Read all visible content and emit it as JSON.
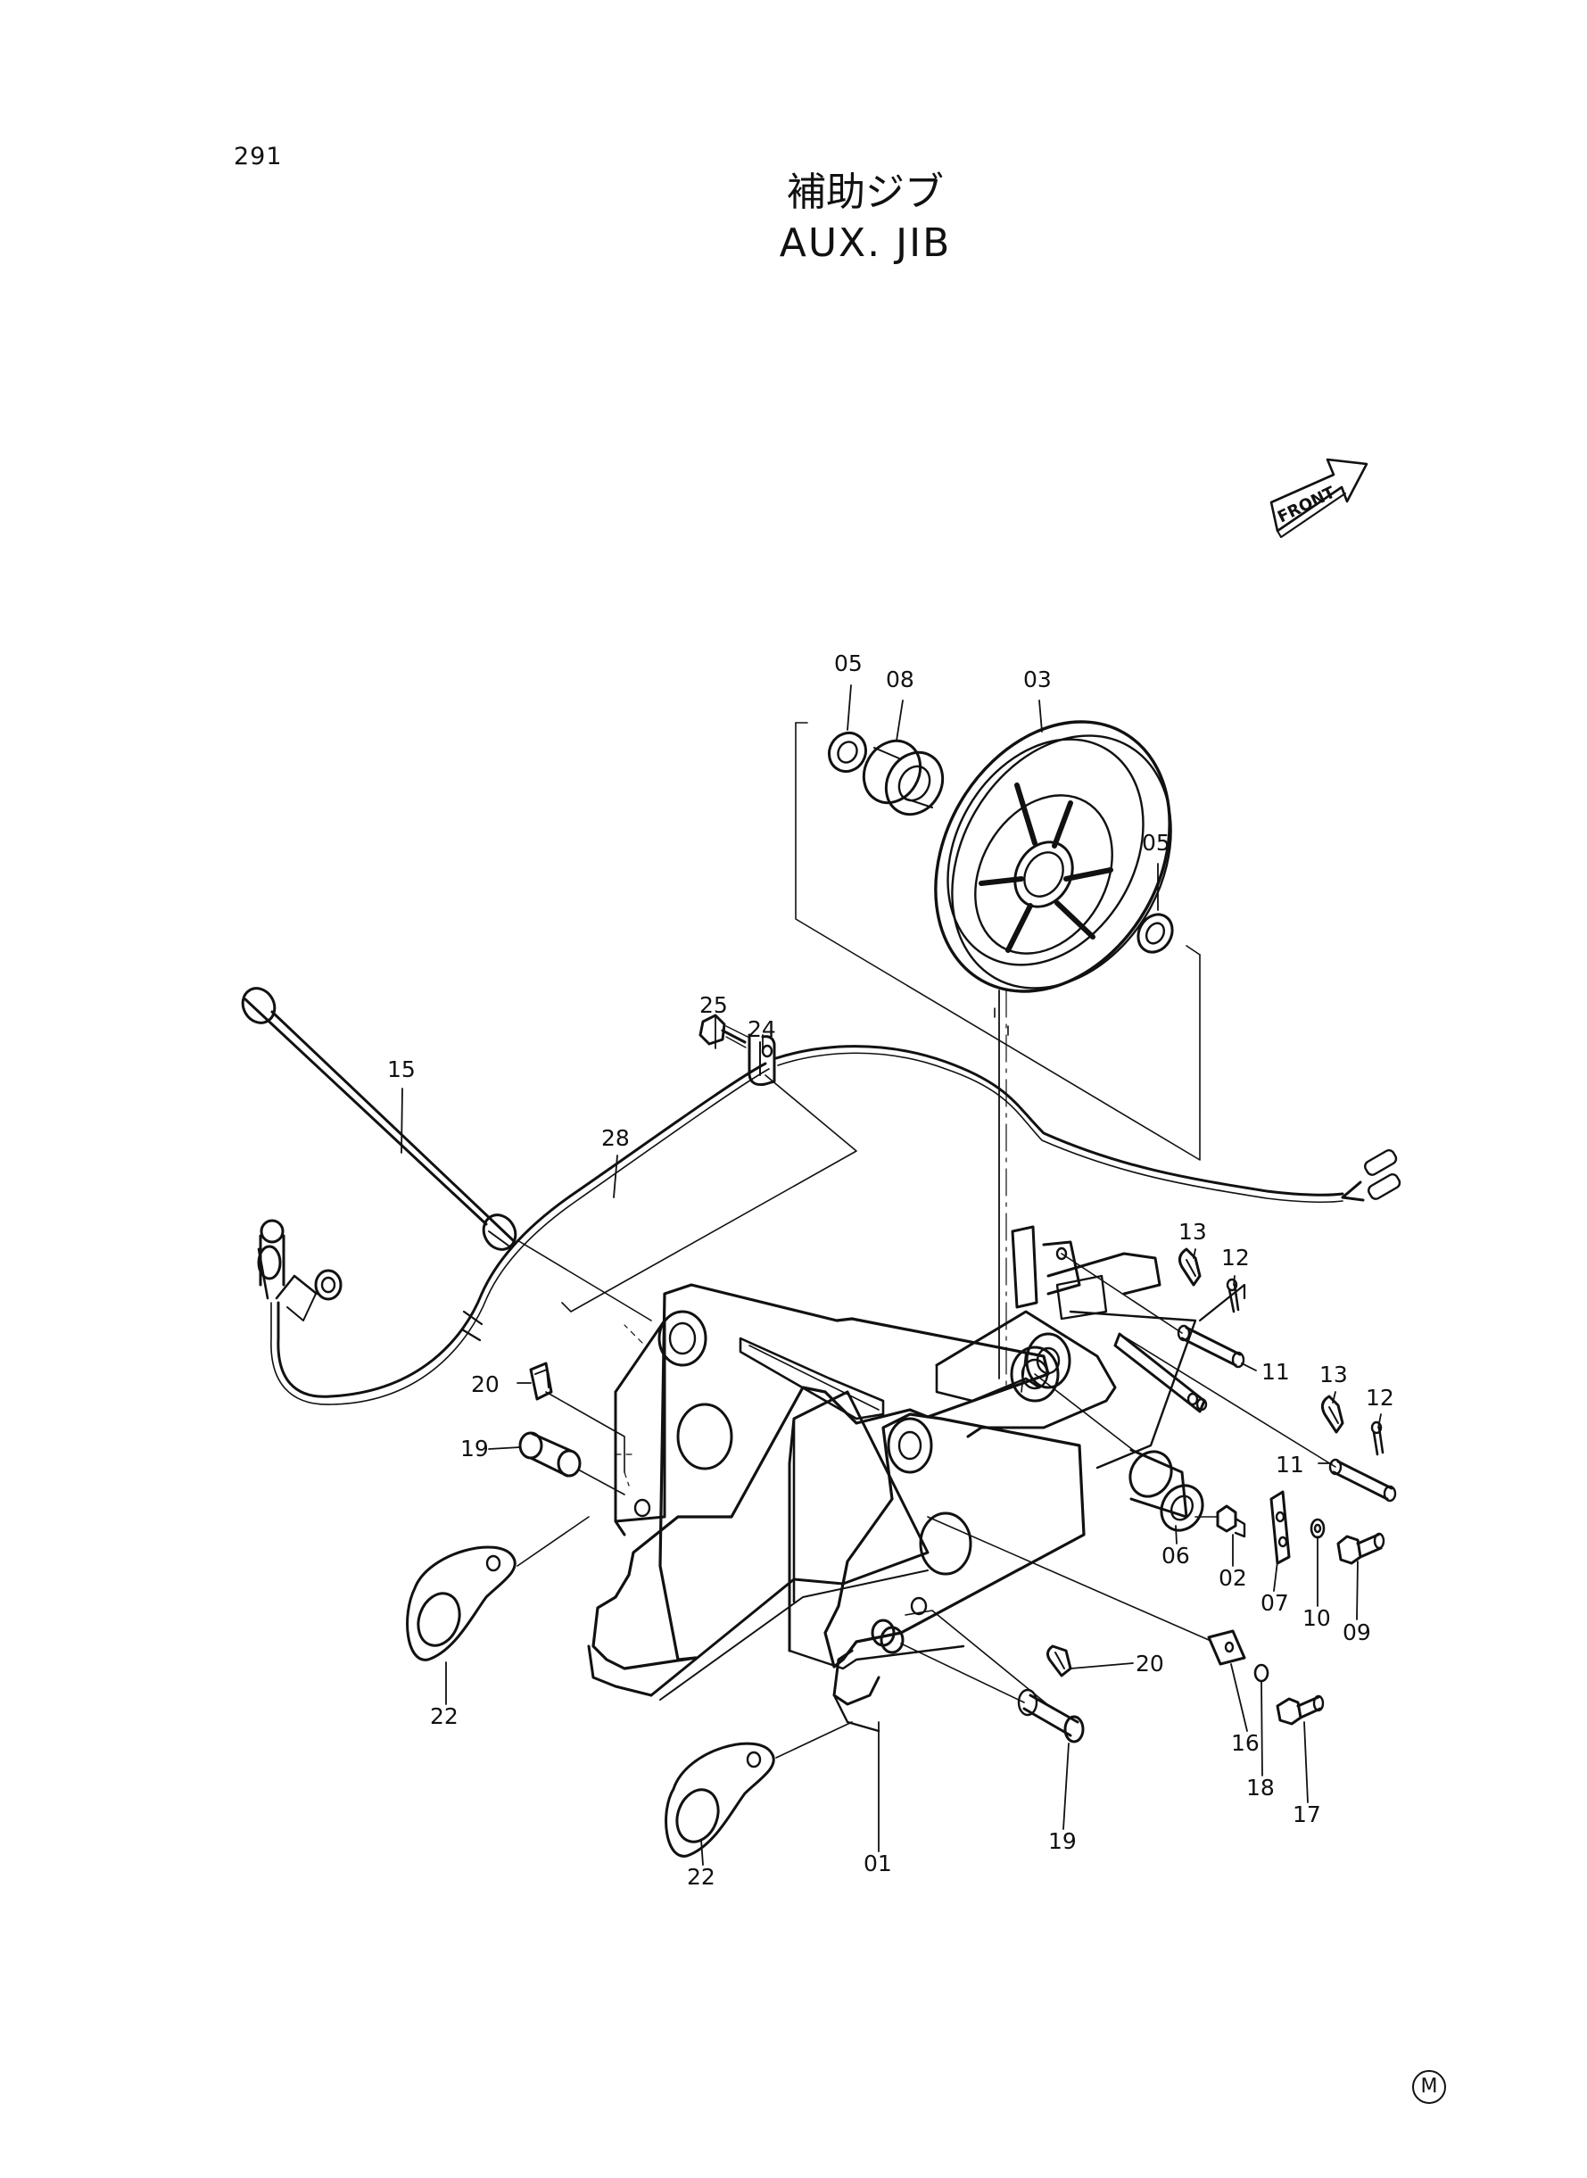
{
  "page_number": "291",
  "title": {
    "japanese": "補助ジブ",
    "english": "AUX. JIB"
  },
  "front_indicator": "FRONT",
  "callouts": [
    "01",
    "02",
    "03",
    "05",
    "05",
    "06",
    "07",
    "08",
    "09",
    "10",
    "11",
    "11",
    "12",
    "12",
    "13",
    "13",
    "15",
    "16",
    "17",
    "18",
    "19",
    "19",
    "20",
    "20",
    "22",
    "22",
    "24",
    "25",
    "28"
  ],
  "corner_mark": "M"
}
